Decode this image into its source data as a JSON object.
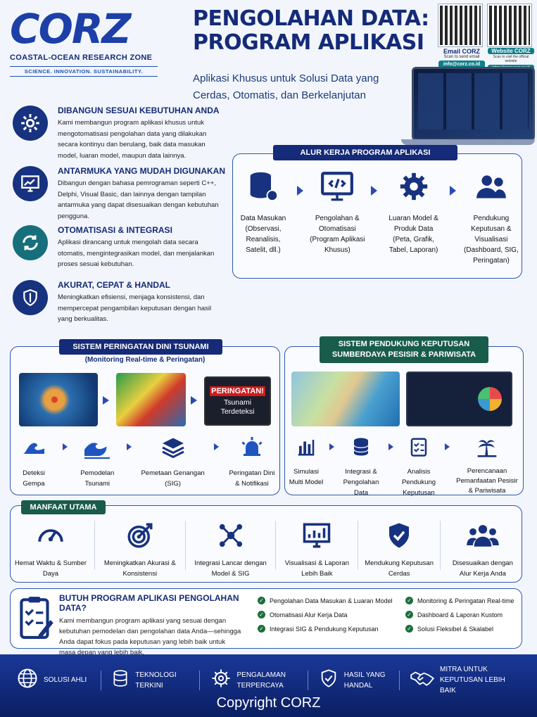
{
  "brand": {
    "logo_word": "CORZ",
    "name": "COASTAL-OCEAN RESEARCH ZONE",
    "tagline": "SCIENCE. INNOVATION. SUSTAINABILITY."
  },
  "header": {
    "title_line1": "PENGOLAHAN DATA:",
    "title_line2": "PROGRAM APLIKASI",
    "subtitle": "Aplikasi Khusus untuk Solusi Data yang Cerdas, Otomatis, dan Berkelanjutan"
  },
  "qr": {
    "email_label": "Email CORZ",
    "email_hint": "Scan to send email",
    "email_address": "info@corz.co.id",
    "web_label": "Website CORZ",
    "web_hint": "Scan to visit the official website",
    "web_url": "https://www.corz.co.id"
  },
  "features": [
    {
      "icon": "gear-icon",
      "title": "DIBANGUN SESUAI KEBUTUHAN ANDA",
      "text": "Kami membangun program aplikasi khusus untuk mengotomatisasi pengolahan data yang dilakukan secara kontinyu dan berulang, baik data masukan model, luaran model, maupun data lainnya."
    },
    {
      "icon": "monitor-chart-icon",
      "title": "ANTARMUKA YANG MUDAH DIGUNAKAN",
      "text": "Dibangun dengan bahasa pemrograman seperti C++, Delphi, Visual Basic, dan lainnya dengan tampilan antarmuka yang dapat disesuaikan dengan kebutuhan pengguna."
    },
    {
      "icon": "sync-icon",
      "title": "OTOMATISASI & INTEGRASI",
      "text": "Aplikasi dirancang untuk mengolah data secara otomatis, mengintegrasikan model, dan menjalankan proses sesuai kebutuhan."
    },
    {
      "icon": "shield-check-icon",
      "title": "AKURAT, CEPAT & HANDAL",
      "text": "Meningkatkan efisiensi, menjaga konsistensi, dan mempercepat pengambilan keputusan dengan hasil yang berkualitas."
    }
  ],
  "workflow": {
    "title": "ALUR KERJA PROGRAM APLIKASI",
    "steps": [
      {
        "icon": "database-gear-icon",
        "label": "Data Masukan",
        "detail": "(Observasi, Reanalisis, Satelit, dll.)"
      },
      {
        "icon": "code-monitor-icon",
        "label": "Pengolahan & Otomatisasi",
        "detail": "(Program Aplikasi Khusus)"
      },
      {
        "icon": "gear-icon",
        "label": "Luaran Model & Produk Data",
        "detail": "(Peta, Grafik, Tabel, Laporan)"
      },
      {
        "icon": "users-icon",
        "label": "Pendukung Keputusan & Visualisasi",
        "detail": "(Dashboard, SIG, Peringatan)"
      }
    ]
  },
  "tsunami": {
    "title": "SISTEM PERINGATAN DINI TSUNAMI",
    "subtitle": "(Monitoring Real-time & Peringatan)",
    "alert_title": "PERINGATAN!",
    "alert_text": "Tsunami Terdeteksi",
    "steps": [
      {
        "icon": "wave-icon",
        "label": "Deteksi Gempa"
      },
      {
        "icon": "tsunami-wave-icon",
        "label": "Pemodelan Tsunami"
      },
      {
        "icon": "layers-icon",
        "label": "Pemetaan Genangan (SIG)"
      },
      {
        "icon": "alarm-icon",
        "label": "Peringatan Dini & Notifikasi"
      }
    ]
  },
  "coastal": {
    "title_line1": "SISTEM PENDUKUNG KEPUTUSAN",
    "title_line2": "SUMBERDAYA PESISIR & PARIWISATA",
    "steps": [
      {
        "icon": "bar-chart-icon",
        "label": "Simulasi Multi Model"
      },
      {
        "icon": "database-icon",
        "label": "Integrasi & Pengolahan Data"
      },
      {
        "icon": "checklist-icon",
        "label": "Analisis Pendukung Keputusan"
      },
      {
        "icon": "palm-tree-icon",
        "label": "Perencanaan Pemanfaatan Pesisir & Pariwisata"
      }
    ]
  },
  "benefits": {
    "title": "MANFAAT UTAMA",
    "items": [
      {
        "icon": "speedometer-icon",
        "label": "Hemat Waktu & Sumber Daya"
      },
      {
        "icon": "target-icon",
        "label": "Meningkatkan Akurasi & Konsistensi"
      },
      {
        "icon": "network-icon",
        "label": "Integrasi Lancar dengan Model & SIG"
      },
      {
        "icon": "monitor-chart-icon",
        "label": "Visualisasi & Laporan Lebih Baik"
      },
      {
        "icon": "shield-check-icon",
        "label": "Mendukung Keputusan Cerdas"
      },
      {
        "icon": "users-icon",
        "label": "Disesuaikan dengan Alur Kerja Anda"
      }
    ]
  },
  "cta": {
    "title": "BUTUH PROGRAM APLIKASI PENGOLAHAN DATA?",
    "text": "Kami membangun program aplikasi yang sesuai dengan kebutuhan pemodelan dan pengolahan data Anda—sehingga Anda dapat fokus pada keputusan yang lebih baik untuk masa depan yang lebih baik.",
    "checks_left": [
      "Pengolahan Data Masukan & Luaran Model",
      "Otomatisasi Alur Kerja Data",
      "Integrasi SIG & Pendukung Keputusan"
    ],
    "checks_right": [
      "Monitoring & Peringatan Real-time",
      "Dashboard & Laporan Kustom",
      "Solusi Fleksibel & Skalabel"
    ]
  },
  "footer": {
    "items": [
      {
        "icon": "globe-icon",
        "label": "SOLUSI AHLI"
      },
      {
        "icon": "database-icon",
        "label": "TEKNOLOGI TERKINI"
      },
      {
        "icon": "gear-icon",
        "label": "PENGALAMAN TERPERCAYA"
      },
      {
        "icon": "shield-check-icon",
        "label": "HASIL YANG HANDAL"
      },
      {
        "icon": "handshake-icon",
        "label": "MITRA UNTUK KEPUTUSAN LEBIH BAIK"
      }
    ],
    "copyright": "Copyright CORZ"
  },
  "colors": {
    "navy": "#152a78",
    "accent": "#1c3fa8",
    "teal": "#0e7f8a",
    "green": "#1e6e3c",
    "alert_red": "#d11a1a"
  }
}
